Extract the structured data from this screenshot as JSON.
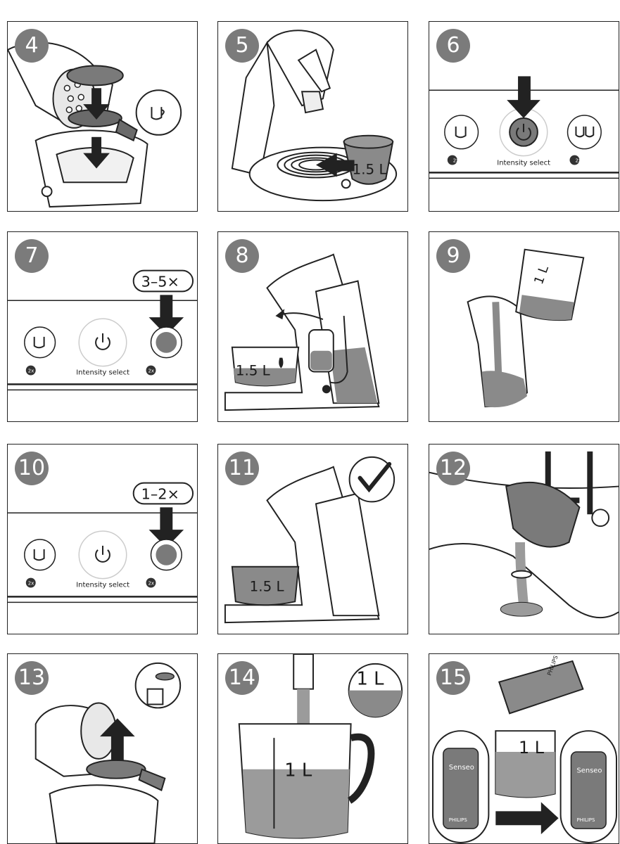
{
  "steps": [
    {
      "n": "4"
    },
    {
      "n": "5",
      "volume": "1.5 L"
    },
    {
      "n": "6",
      "label": "Intensity select"
    },
    {
      "n": "7",
      "label": "Intensity select",
      "repeat": "3–5×"
    },
    {
      "n": "8",
      "volume": "1.5 L"
    },
    {
      "n": "9",
      "volume": "1 L"
    },
    {
      "n": "10",
      "label": "Intensity select",
      "repeat": "1–2×"
    },
    {
      "n": "11",
      "volume": "1.5 L"
    },
    {
      "n": "12"
    },
    {
      "n": "13"
    },
    {
      "n": "14",
      "volume": "1 L",
      "mark": "1 L"
    },
    {
      "n": "15",
      "volume": "1 L"
    }
  ],
  "multiplier": "2x",
  "brand": {
    "senseo": "Senseo",
    "philips": "PHILIPS"
  },
  "colors": {
    "fill": "#8a8a8a",
    "liquid": "#9b9b9b",
    "stroke": "#1a1a1a",
    "badge": "#7b7b7b"
  }
}
